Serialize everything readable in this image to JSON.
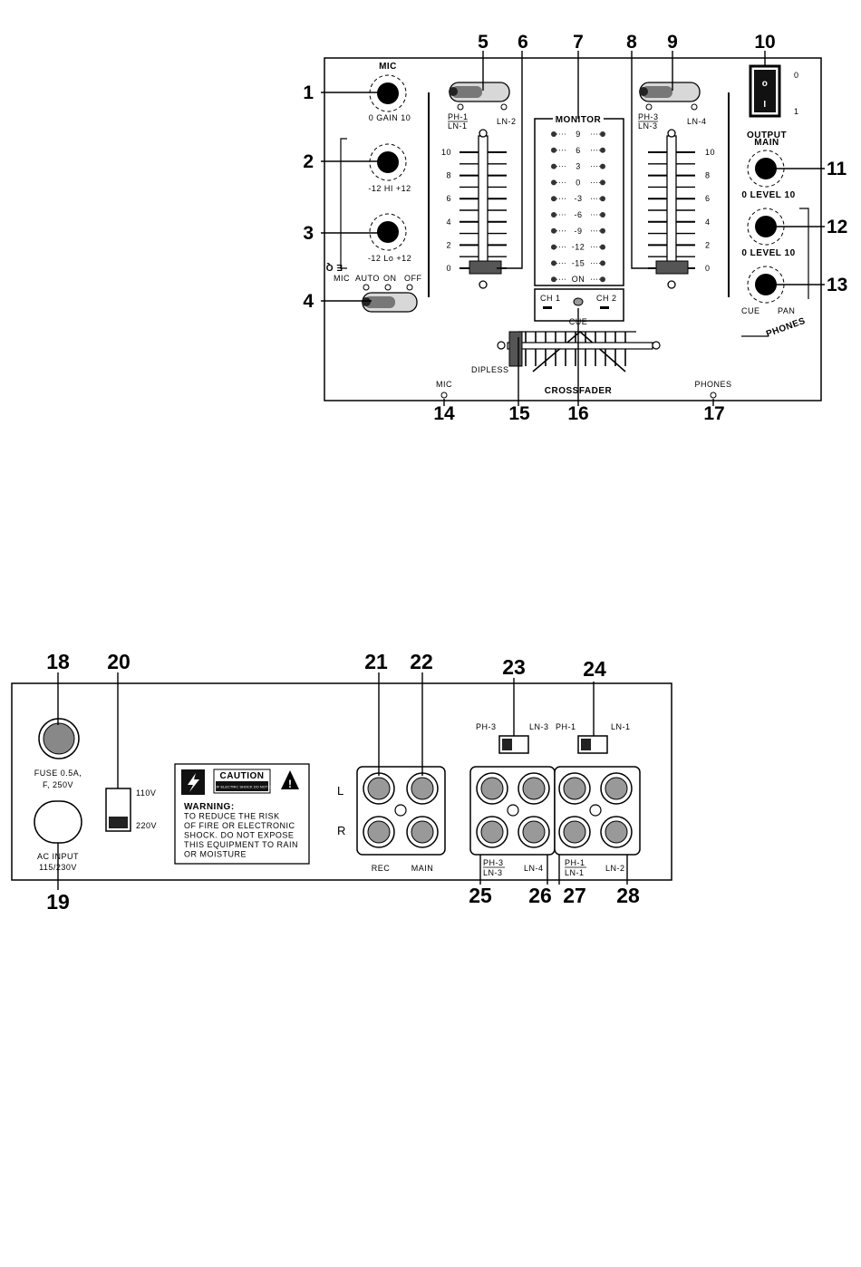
{
  "front": {
    "callouts": {
      "c1": "1",
      "c2": "2",
      "c3": "3",
      "c4": "4",
      "c5": "5",
      "c6": "6",
      "c7": "7",
      "c8": "8",
      "c9": "9",
      "c10": "10",
      "c11": "11",
      "c12": "12",
      "c13": "13",
      "c14": "14",
      "c15": "15",
      "c16": "16",
      "c17": "17"
    },
    "mic_title": "MIC",
    "gain_label": "0 GAIN 10",
    "hi_label": "-12 HI +12",
    "lo_label": "-12 Lo +12",
    "eq_label": "E Q",
    "mic_switch": {
      "mic": "MIC",
      "auto": "AUTO",
      "on": "ON",
      "off": "OFF"
    },
    "ch1_sel": {
      "top": "PH-1",
      "bottom": "LN-1",
      "right": "LN-2"
    },
    "ch2_sel": {
      "top": "PH-3",
      "bottom": "LN-3",
      "right": "LN-4"
    },
    "fader_scale": [
      "10",
      "8",
      "6",
      "4",
      "2",
      "0"
    ],
    "monitor": {
      "title": "MONITOR",
      "levels": [
        "9",
        "6",
        "3",
        "0",
        "-3",
        "-6",
        "-9",
        "-12",
        "-15",
        "ON"
      ],
      "ch1": "CH 1",
      "ch2": "CH 2",
      "cue": "CUE"
    },
    "power_marks": {
      "off": "0",
      "on": "1",
      "rocker_off": "o",
      "rocker_on": "I"
    },
    "output_title": "OUTPUT",
    "main_label": "MAIN",
    "level_label_main": "0 LEVEL 10",
    "level_label_phones": "0 LEVEL 10",
    "cue_label": "CUE",
    "pan_label": "PAN",
    "phones_title": "PHONES",
    "dipless": "DIPLESS",
    "crossfader": "CROSSFADER",
    "mic_jack": "MIC",
    "phones_jack": "PHONES"
  },
  "rear": {
    "callouts": {
      "c18": "18",
      "c19": "19",
      "c20": "20",
      "c21": "21",
      "c22": "22",
      "c23": "23",
      "c24": "24",
      "c25": "25",
      "c26": "26",
      "c27": "27",
      "c28": "28"
    },
    "fuse": "FUSE 0.5A,",
    "fuse2": "F, 250V",
    "ac_input": "AC INPUT",
    "ac_voltage": "115/230V",
    "v110": "110V",
    "v220": "220V",
    "caution": "CAUTION",
    "caution_sub": "RISK OF ELECTRIC SHOCK DO NOT OPEN",
    "warning_lines": [
      "WARNING:",
      "TO REDUCE THE RISK",
      "OF FIRE OR ELECTRONIC",
      "SHOCK. DO NOT EXPOSE",
      "THIS EQUIPMENT TO RAIN",
      "OR MOISTURE"
    ],
    "l": "L",
    "r": "R",
    "rec": "REC",
    "main": "MAIN",
    "sw23": {
      "left": "PH-3",
      "right": "LN-3"
    },
    "sw24": {
      "left": "PH-1",
      "right": "LN-1"
    },
    "g25": {
      "top": "PH-3",
      "bottom": "LN-3"
    },
    "g26": "LN-4",
    "g27": {
      "top": "PH-1",
      "bottom": "LN-1"
    },
    "g28": "LN-2"
  }
}
